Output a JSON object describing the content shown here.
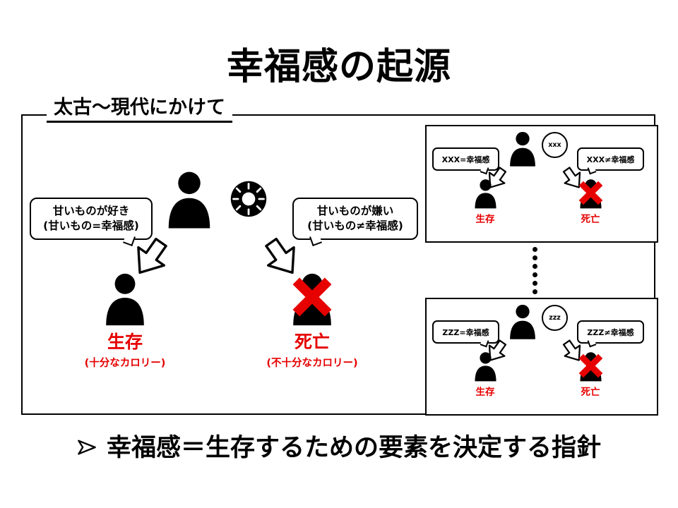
{
  "slide": {
    "title": "幸福感の起源",
    "era_label": "太古〜現代にかけて",
    "bullet_glyph": "➢",
    "conclusion": "幸福感＝生存するための要素を決定する指針"
  },
  "main_diagram": {
    "like_bubble": {
      "line1": "甘いものが好き",
      "line2": "(甘いもの=幸福感)"
    },
    "dislike_bubble": {
      "line1": "甘いものが嫌い",
      "line2": "(甘いもの≠幸福感)"
    },
    "survive": {
      "label": "生存",
      "sub": "(十分なカロリー)"
    },
    "death": {
      "label": "死亡",
      "sub": "(不十分なカロリー)"
    }
  },
  "generic_top": {
    "thought": "xxx",
    "left_bubble": "XXX=幸福感",
    "right_bubble": "XXX≠幸福感",
    "survive_label": "生存",
    "death_label": "死亡"
  },
  "generic_bottom": {
    "thought": "zzz",
    "left_bubble": "ZZZ=幸福感",
    "right_bubble": "ZZZ≠幸福感",
    "survive_label": "生存",
    "death_label": "死亡"
  },
  "icons": {
    "person": "person-icon",
    "donut": "donut-icon",
    "block_arrow": "block-arrow-icon",
    "red_x": "red-x-icon",
    "thought_circle": "thought-bubble",
    "bullet": "arrow-bullet-icon",
    "ellipsis": "vertical-ellipsis"
  },
  "colors": {
    "background": "#ffffff",
    "text_black": "#000000",
    "accent_red": "#e60000"
  }
}
